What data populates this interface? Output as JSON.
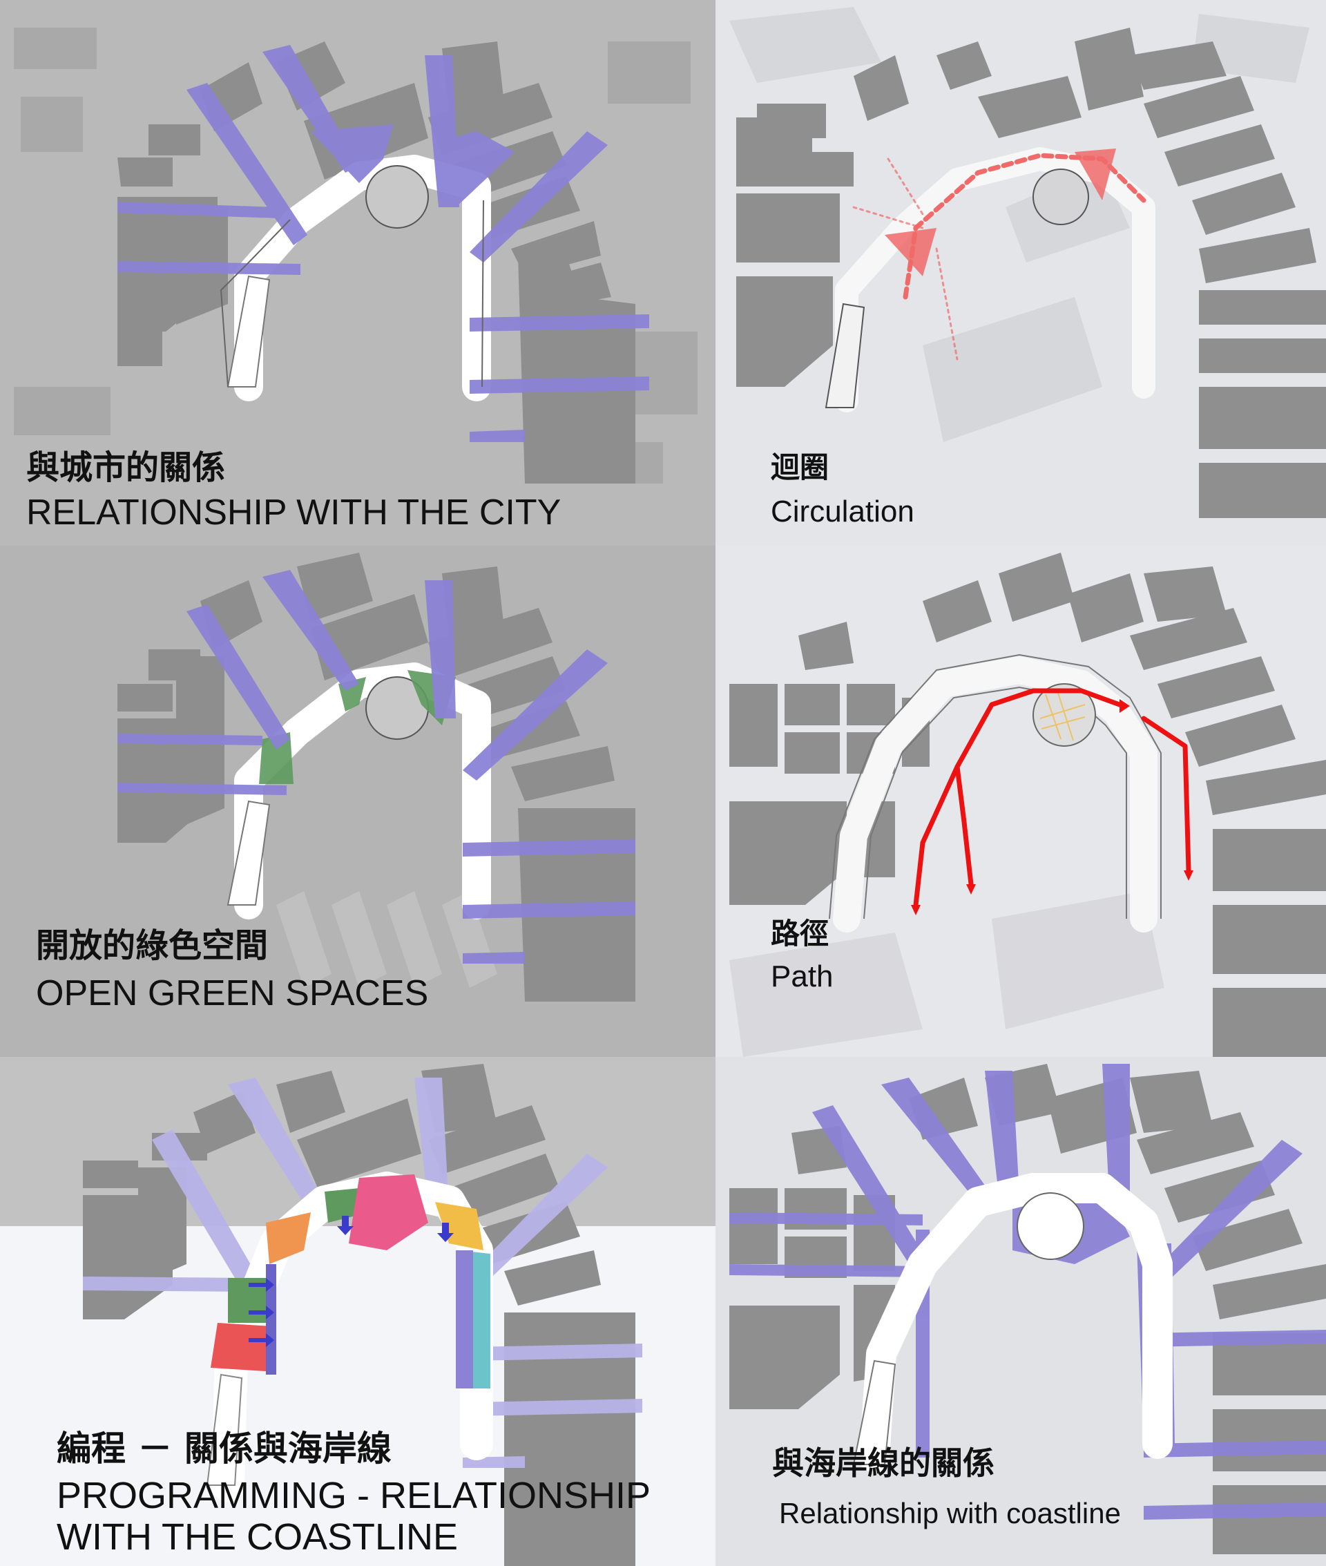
{
  "panels": [
    {
      "zh": "與城市的關係",
      "en": "RELATIONSHIP WITH THE CITY"
    },
    {
      "zh": "迴圈",
      "en": "Circulation"
    },
    {
      "zh": "開放的綠色空間",
      "en": "OPEN GREEN SPACES"
    },
    {
      "zh": "路徑",
      "en": "Path"
    },
    {
      "zh": "編程 － 關係與海岸線",
      "en": "PROGRAMMING - RELATIONSHIP",
      "en2": "WITH THE COASTLINE"
    },
    {
      "zh": "與海岸線的關係",
      "en": "Relationship with coastline"
    }
  ],
  "colors": {
    "building": "#8e8e8e",
    "road": "#ffffff",
    "city_link": "#8b82d6",
    "circulation": "#f06a6a",
    "path": "#ee1111",
    "green_space": "#5e9a5e",
    "program_orange": "#f0954f",
    "program_pink": "#ea5b8c",
    "program_yellow": "#f1bd47",
    "program_red": "#ea5454",
    "program_teal": "#6cc3c9"
  }
}
